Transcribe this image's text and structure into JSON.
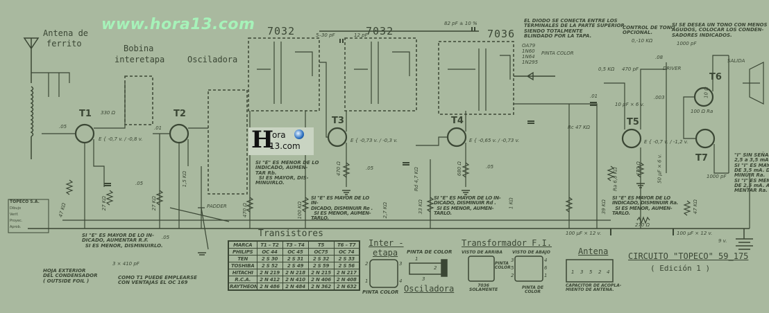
{
  "watermark": "www.hora13.com",
  "logo": {
    "line1": "ora",
    "line2": "13.com",
    "letter": "H"
  },
  "labels": {
    "antena_ferrito_1": "Antena de",
    "antena_ferrito_2": "ferrito",
    "bobina_1": "Bobina",
    "bobina_2": "interetapa",
    "osciladora": "Osciladora",
    "if1": "7032",
    "if2": "7032",
    "if3": "7036",
    "t1": "T1",
    "t2": "T2",
    "t3": "T3",
    "t4": "T4",
    "t5": "T5",
    "t6": "T6",
    "t7": "T7",
    "padder": "PADDER",
    "driver": "DRIVER",
    "salida": "SALIDA",
    "pinta_color": "PINTA COLOR",
    "diodes": [
      "OA79",
      "1N60",
      "1N64",
      "1N295"
    ]
  },
  "values": {
    "c_05_a": ".05",
    "r_330": "330 Ω",
    "c_01_a": ".01",
    "r_47k": "47 KΩ",
    "r_27k": "27 KΩ",
    "r_1_5k": "1,5 KΩ",
    "r_470_a": "470 Ω",
    "r_100k": "100 KΩ",
    "r_470_b": "470 Ω",
    "r_2_7k": "2,7 KΩ",
    "c_05_b": ".05",
    "rd_4_7k": "Rd 4,7 KΩ",
    "r_33k": "33 KΩ",
    "r_680": "680 Ω",
    "r_1k": "1 KΩ",
    "c_05_c": ".05",
    "c_5_30": "5–30 pF",
    "c_12pf": "12 pF",
    "c_82pf": "82 pF ± 10 %",
    "r_0_5k": "0,5 KΩ",
    "c_470pf": "470 pF",
    "rc_47k": "Rc 47 KΩ",
    "c_10uf": "10 µF × 6 v.",
    "tone_pot": "0,-10 KΩ",
    "c_08": ".08",
    "c_1000pf_a": "1000 pF",
    "c_1000pf_b": "1000 pF",
    "c_003": ".003",
    "ra_68k": "Ra 6,8 KΩ",
    "r_470_c": "470 Ω",
    "c_50uf": "50 µF × 6 v.",
    "r_39k": "39 KΩ",
    "r_270": "270 Ω",
    "r_47k_b": "47 KΩ",
    "r_100_ra": "100 Ω Ra",
    "r_10": "10 Ω",
    "c_100uf_a": "100 µF × 12 v.",
    "c_100uf_b": "100 µF × 12 v.",
    "batt": "9 v.",
    "c_3x410": "3 × 410 pF",
    "c_05_d": ".05",
    "c_01_b": ".01",
    "c_05_e": ".05",
    "e_t1": "E { -0,7 v. / -0,8 v.",
    "e_t3": "E { -0,73 v. / -0,3 v.",
    "e_t4": "E { -0,65 v. / -0,73 v.",
    "e_t5": "E { -0,7 v. / -1,2 v."
  },
  "notes": {
    "diode": "EL DIODO SE CONECTA ENTRE LOS\nTERMINALES DE LA PARTE SUPERIOR\nSIENDO TOTALMENTE\nBLINDADO POR LA TAPA.",
    "tone": "CONTROL DE TONO\nOPCIONAL.",
    "graves": "SI SE DESEA UN TONO CON MENOS\nAGUDOS, COLOCAR LOS CONDEN-\nSADORES INDICADOS.",
    "t2_rb": "SI \"E\" ES MENOR DE LO\nINDICADO, AUMEN-\nTAR Rb.\n  SI ES MAYOR, DIS-\nMINUIRLO.",
    "t3_re": "SI \"E\" ES MAYOR DE LO IN-\nDICADO, DISMINUIR Re .\n  SI ES MENOR, AUMEN-\nTARLO.",
    "t4_rd": "SI \"E\" ES MAYOR DE LO IN-\nDICADO, DISMINUIR Rd .\n  SI ES MENOR, AUMEN-\nTARLO.",
    "t5_ra": "SI \"E\" ES MAYOR DE LO\nINDICADO, DISMINUIR Ra.\n  SI ES MENOR, AUMEN-\nTARLO.",
    "t1_rf": "SI \"E\" ES MAYOR DE LO IN-\nDICADO, AUMENTAR R.F.\n  SI ES MENOR, DISMINUIRLO.",
    "current": "\"I\" SIN SEÑAL:\n2,5 a 3,5 mA.\nSI \"I\" ES MAYOR\nDE 3,5 mA. DIS-\nMINUIR Ra.\nSI \"I\" ES MENOR\nDE 2,5 mA. AU-\nMENTAR Ra.",
    "hoja": "HOJA EXTERIOR\nDEL CONDENSADOR\n( OUTSIDE FOIL )",
    "oc169": "COMO T1 PUEDE EMPLEARSE\nCON VENTAJAS EL OC 169"
  },
  "stamp": {
    "title": "TOPECO S.A.",
    "rows": [
      "Dibujo",
      "Verif.",
      "Proyec.",
      "Aprob."
    ]
  },
  "transistors_table": {
    "title": "Transistores",
    "headers": [
      "MARCA",
      "T1 – T2",
      "T3 – T4",
      "T5",
      "T6 – T7"
    ],
    "rows": [
      [
        "PHILIPS",
        "OC 44",
        "OC 45",
        "OC75",
        "OC 74"
      ],
      [
        "TEN",
        "2 S 30",
        "2 S 31",
        "2 S 32",
        "2 S 33"
      ],
      [
        "TOSHIBA",
        "2 S 52",
        "2 S 49",
        "2 S 59",
        "2 S 56"
      ],
      [
        "HITACHI",
        "2 N 219",
        "2 N 218",
        "2 N 215",
        "2 N 217"
      ],
      [
        "R.C.A.",
        "2 N 412",
        "2 N 410",
        "2 N 406",
        "2 N 408"
      ],
      [
        "RAYTHEON",
        "2 N 486",
        "2 N 484",
        "2 N 362",
        "2 N 632"
      ]
    ]
  },
  "interetapa": {
    "title_1": "Inter -",
    "title_2": "etapa",
    "pins": [
      "2",
      "3",
      "1",
      "4"
    ],
    "pinta": "PINTA COLOR"
  },
  "osciladora_detail": {
    "pinta": "PINTA DE COLOR",
    "title": "Osciladora",
    "pins": [
      "1",
      "2",
      "3"
    ]
  },
  "transformador": {
    "title": "Transformador F.I.",
    "view_top": "VISTO DE ARRIBA",
    "view_bottom": "VISTO DE ABAJO",
    "pinta": "PINTA COLOR",
    "only": "7036\nSOLAMENTE",
    "pinta2": "PINTA DE\nCOLOR",
    "pins_left": [
      "3",
      "5",
      "2"
    ],
    "pins_right": [
      "4",
      "6",
      "1"
    ]
  },
  "antena_detail": {
    "title": "Antena",
    "pins": [
      "1",
      "3",
      "5",
      "2",
      "4"
    ],
    "caption": "CAPACITOR DE ACOPLA-\nMIENTO DE ANTENA."
  },
  "circuit_title": {
    "line1": "CIRCUITO \"TOPECO\" 59_175",
    "line2": "( Edición 1 )"
  },
  "colors": {
    "background": "#a9b99f",
    "ink": "#3a4634",
    "watermark": "#a6f2b9"
  }
}
